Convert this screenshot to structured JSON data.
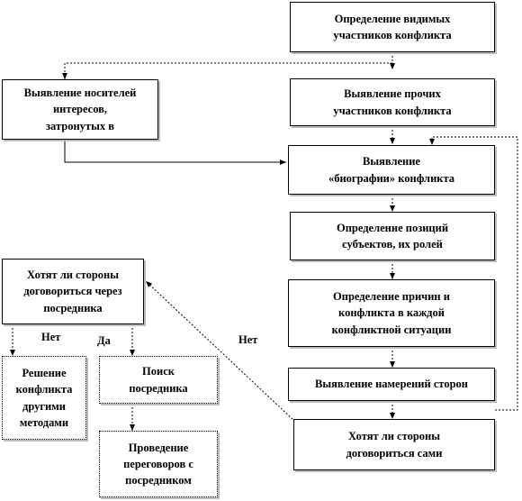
{
  "boxes": {
    "b1": "Определение видимых\nучастников конфликта",
    "b2": "Выявление носителей\nинтересов,\nзатронутых в",
    "b3": "Выявление прочих\nучастников конфликта",
    "b4": "Выявление\n«биографии» конфликта",
    "b5": "Определение позиций\nсубъектов, их ролей",
    "b6": "Определение причин и\nконфликта в каждой\nконфликтной ситуации",
    "b7": "Выявление намерений сторон",
    "b8": "Хотят ли стороны\nдоговориться сами",
    "b9": "Хотят ли стороны\nдоговориться через\nпосредника",
    "b10": "Решение\nконфликта\nдругими\nметодами",
    "b11": "Поиск\nпосредника",
    "b12": "Проведение\nпереговоров с\nпосредником"
  },
  "labels": {
    "net1": "Нет",
    "da": "Да",
    "net2": "Нет"
  }
}
